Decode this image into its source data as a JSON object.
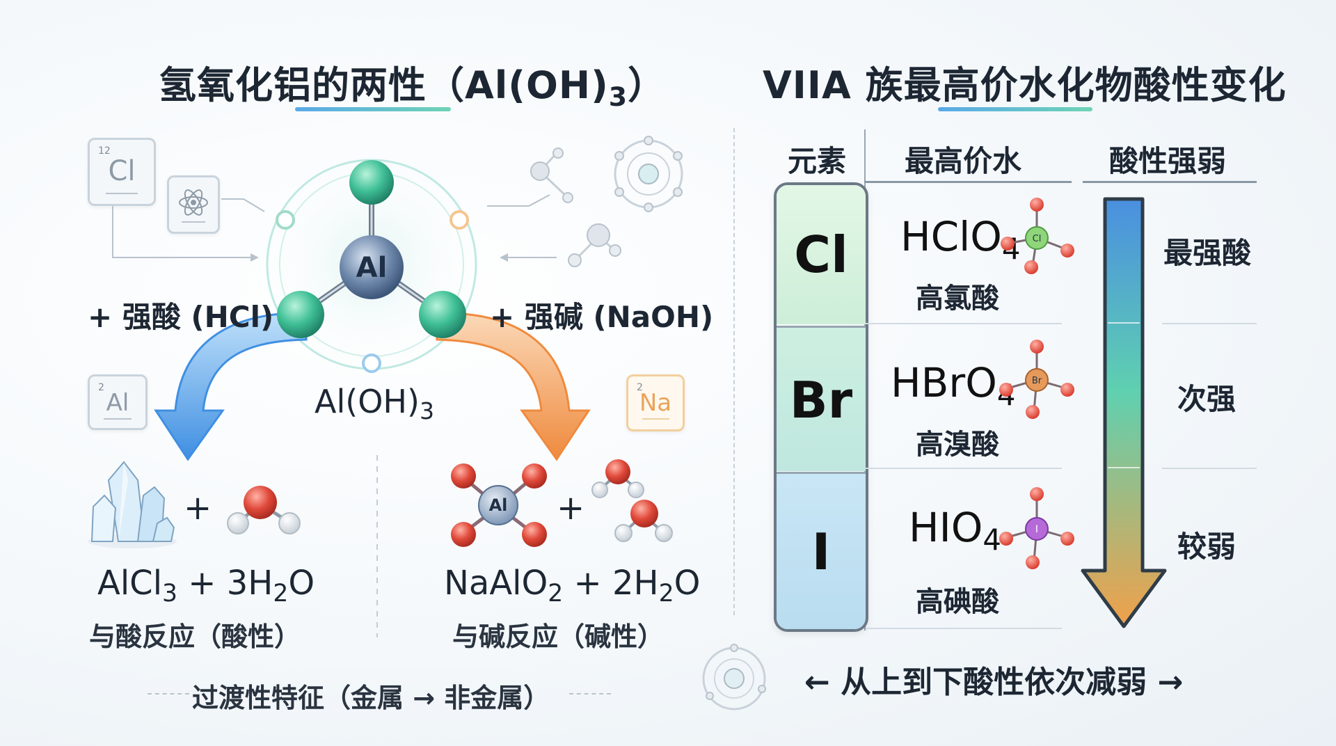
{
  "left": {
    "title": "氢氧化铝的两性（Al(OH)",
    "title_sub": "3",
    "title_close": "）",
    "tiles": {
      "cl": {
        "num": "12",
        "sym": "Cl"
      },
      "al": {
        "num": "2",
        "sym": "Al"
      },
      "na": {
        "num": "2",
        "sym": "Na"
      }
    },
    "molecule": {
      "center": "Al"
    },
    "acid_label": "+ 强酸 (HCl)",
    "base_label": "+ 强碱 (NaOH)",
    "center_formula": "Al(OH)",
    "center_formula_sub": "3",
    "acid_product": {
      "formula_a": "AlCl",
      "formula_a_sub": "3",
      "formula_b": " + 3H",
      "formula_b_sub": "2",
      "formula_c": "O",
      "caption": "与酸反应（酸性）"
    },
    "base_product": {
      "formula_a": "NaAlO",
      "formula_a_sub": "2",
      "formula_b": " + 2H",
      "formula_b_sub": "2",
      "formula_c": "O",
      "caption": "与碱反应（碱性）",
      "center": "Al"
    },
    "plus": "+",
    "footnote": "过渡性特征（金属 → 非金属）"
  },
  "right": {
    "title": "VIIA 族最高价水化物酸性变化",
    "headers": {
      "element": "元素",
      "acid": "最高价水",
      "strength": "酸性强弱"
    },
    "rows": [
      {
        "element": "Cl",
        "formula": "HClO",
        "formula_sub": "4",
        "atom": "Cl",
        "name": "高氯酸",
        "strength": "最强酸"
      },
      {
        "element": "Br",
        "formula": "HBrO",
        "formula_sub": "4",
        "atom": "Br",
        "name": "高溴酸",
        "strength": "次强"
      },
      {
        "element": "I",
        "formula": "HIO",
        "formula_sub": "4",
        "atom": "I",
        "name": "高碘酸",
        "strength": "较弱"
      }
    ],
    "footnote": "← 从上到下酸性依次减弱 →"
  },
  "colors": {
    "cl_row": "#d4f2dc",
    "br_row": "#c3ebe0",
    "i_row": "#c4e2f3",
    "acid_arrow": "#4a9be6",
    "base_arrow": "#f0914a",
    "oxygen": "#e0493a",
    "hydroxyl": "#4cc79a",
    "cl_atom": "#7fcf6c",
    "br_atom": "#e4955a",
    "i_atom": "#b469d6"
  }
}
